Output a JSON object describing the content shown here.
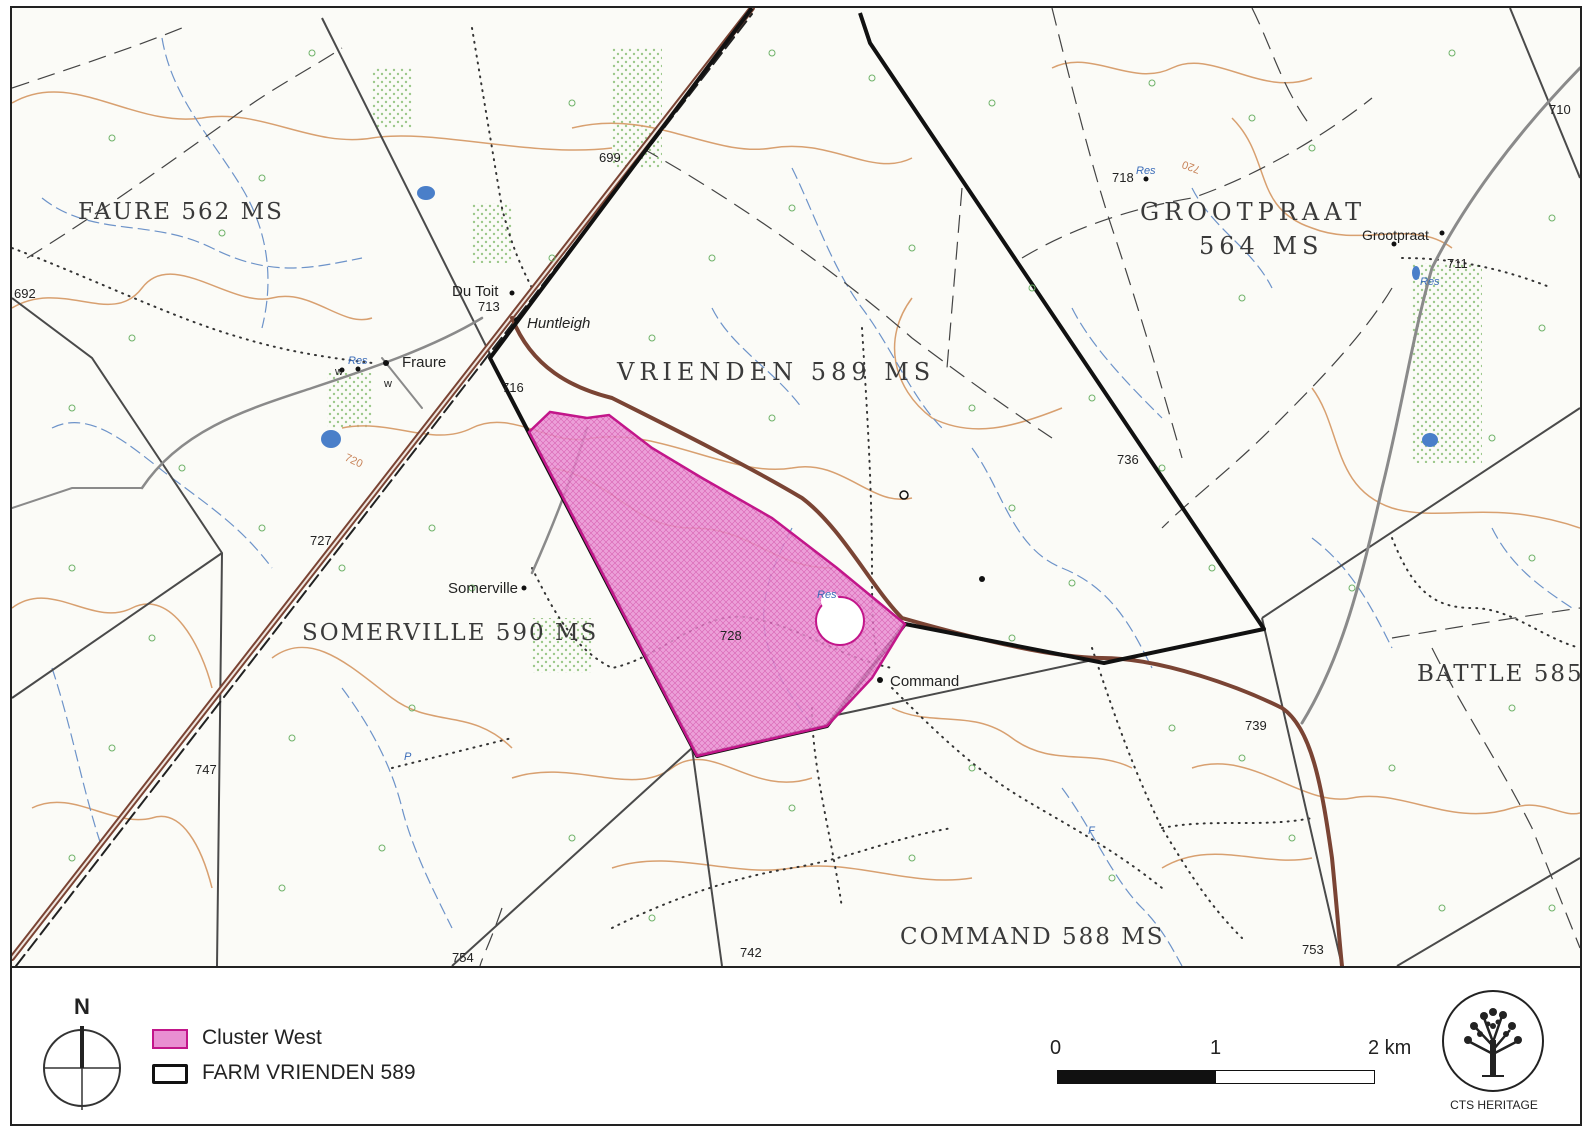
{
  "map": {
    "farm_labels": {
      "faure": "FAURE 562 MS",
      "grootpraat_1": "GROOTPRAAT",
      "grootpraat_2": "564 MS",
      "vrienden": "VRIENDEN 589 MS",
      "somerville": "SOMERVILLE 590 MS",
      "command": "COMMAND 588 MS",
      "battle": "BATTLE 585"
    },
    "place_labels": {
      "du_toit": "Du Toit",
      "huntleigh": "Huntleigh",
      "fraure": "Fraure",
      "somerville_pt": "Somerville",
      "command_pt": "Command",
      "grootpraat_pt": "Grootpraat"
    },
    "spot_heights": {
      "h699": "699",
      "h713": "713",
      "h716": "716",
      "h727": "727",
      "h728": "728",
      "h736": "736",
      "h739": "739",
      "h742": "742",
      "h747": "747",
      "h753": "753",
      "h754": "754",
      "h692": "692",
      "h710": "710",
      "h718": "718",
      "h711": "711"
    },
    "small_labels": {
      "res": "Res",
      "contour_720": "720",
      "w": "w",
      "p": "P",
      "f": "F"
    },
    "colors": {
      "contour": "#d8a070",
      "stream": "#6d93c9",
      "road": "#7a4434",
      "boundary": "#111111",
      "cluster_fill": "#e07ac8",
      "cluster_stroke": "#c2168a",
      "veg": "#b7d6a8"
    }
  },
  "legend": {
    "north_label": "N",
    "north_icon": "north-arrow-icon",
    "cluster_label": "Cluster West",
    "farm_label": "FARM VRIENDEN 589",
    "scale": {
      "ticks": [
        "0",
        "1",
        "2 km"
      ]
    },
    "logo_text": "CTS HERITAGE",
    "logo_icon": "tree-icon"
  }
}
